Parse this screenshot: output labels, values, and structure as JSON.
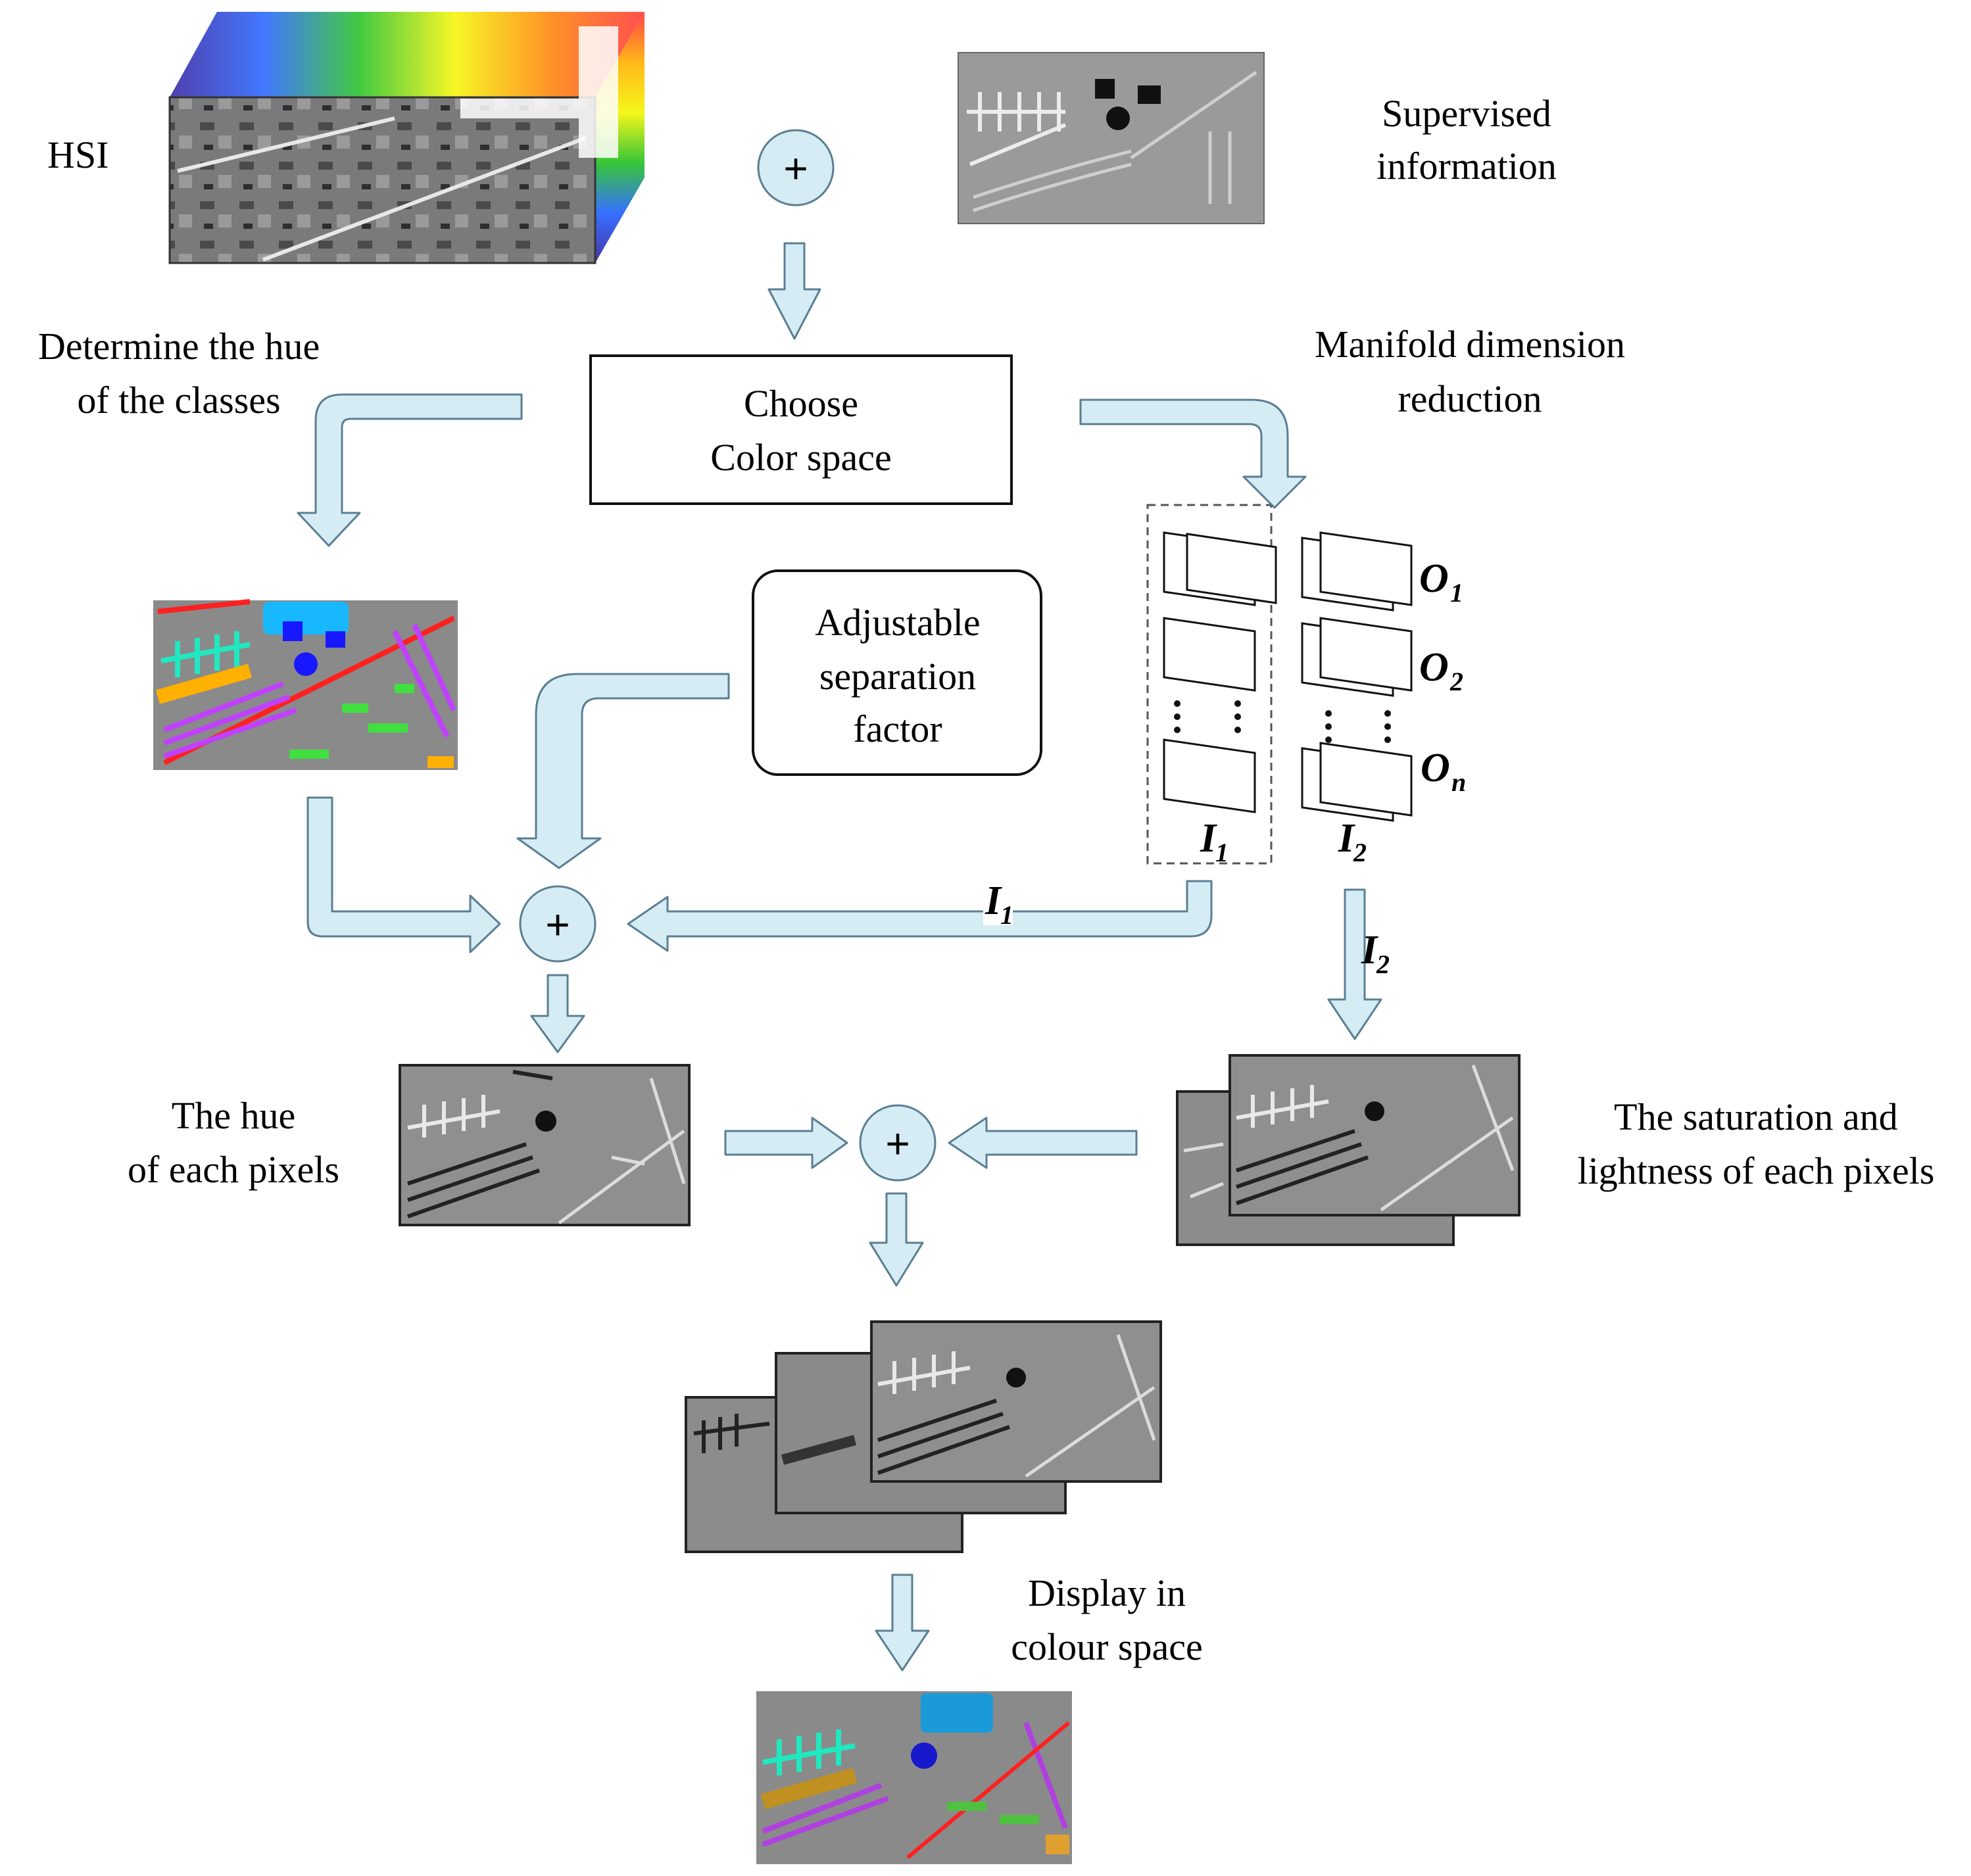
{
  "labels": {
    "hsi": "HSI",
    "supervised_line1": "Supervised",
    "supervised_line2": "information",
    "determine_line1": "Determine the hue",
    "determine_line2": "of the classes",
    "manifold_line1": "Manifold dimension",
    "manifold_line2": "reduction",
    "choose_line1": "Choose",
    "choose_line2": "Color space",
    "adjustable_line1": "Adjustable",
    "adjustable_line2": "separation",
    "adjustable_line3": "factor",
    "hue_line1": "The hue",
    "hue_line2": "of each  pixels",
    "saturation_line1": "The saturation and",
    "saturation_line2": "lightness of each pixels",
    "display_line1": "Display in",
    "display_line2": "colour space"
  },
  "symbols": {
    "plus": "+",
    "I": "I",
    "O": "O",
    "sub_1": "1",
    "sub_2": "2",
    "sub_n": "n"
  },
  "colors": {
    "arrow_fill": "#d6ecf4",
    "arrow_stroke": "#5a7f93",
    "circle_fill": "#d6ecf4",
    "map_bg": "#8a8a8a"
  }
}
